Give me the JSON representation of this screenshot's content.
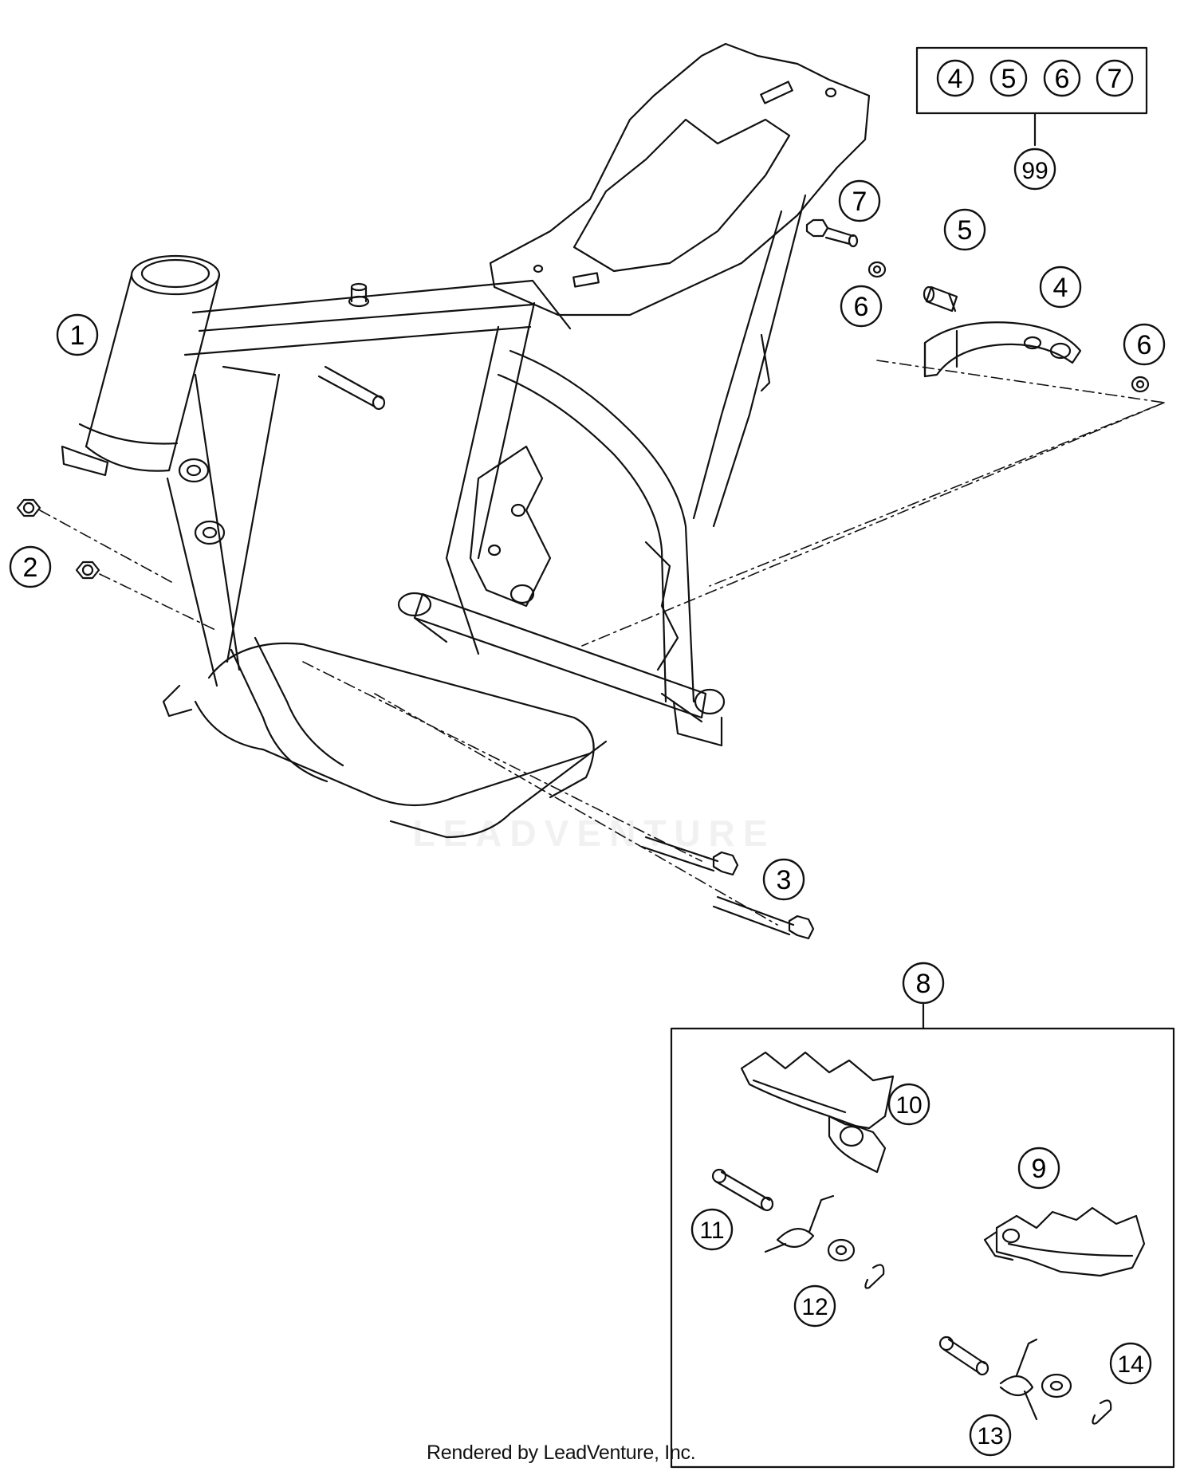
{
  "diagram": {
    "kit_box": {
      "items": [
        "4",
        "5",
        "6",
        "7"
      ],
      "kit_number": "99"
    },
    "callouts": [
      {
        "id": "1",
        "label": "1"
      },
      {
        "id": "2",
        "label": "2"
      },
      {
        "id": "3",
        "label": "3"
      },
      {
        "id": "4",
        "label": "4"
      },
      {
        "id": "5",
        "label": "5"
      },
      {
        "id": "6a",
        "label": "6"
      },
      {
        "id": "6b",
        "label": "6"
      },
      {
        "id": "7",
        "label": "7"
      },
      {
        "id": "8",
        "label": "8"
      },
      {
        "id": "9",
        "label": "9"
      },
      {
        "id": "10",
        "label": "10"
      },
      {
        "id": "11",
        "label": "11"
      },
      {
        "id": "12",
        "label": "12"
      },
      {
        "id": "13",
        "label": "13"
      },
      {
        "id": "14",
        "label": "14"
      }
    ],
    "watermark": "LEADVENTURE",
    "footer": "Rendered by LeadVenture, Inc."
  }
}
